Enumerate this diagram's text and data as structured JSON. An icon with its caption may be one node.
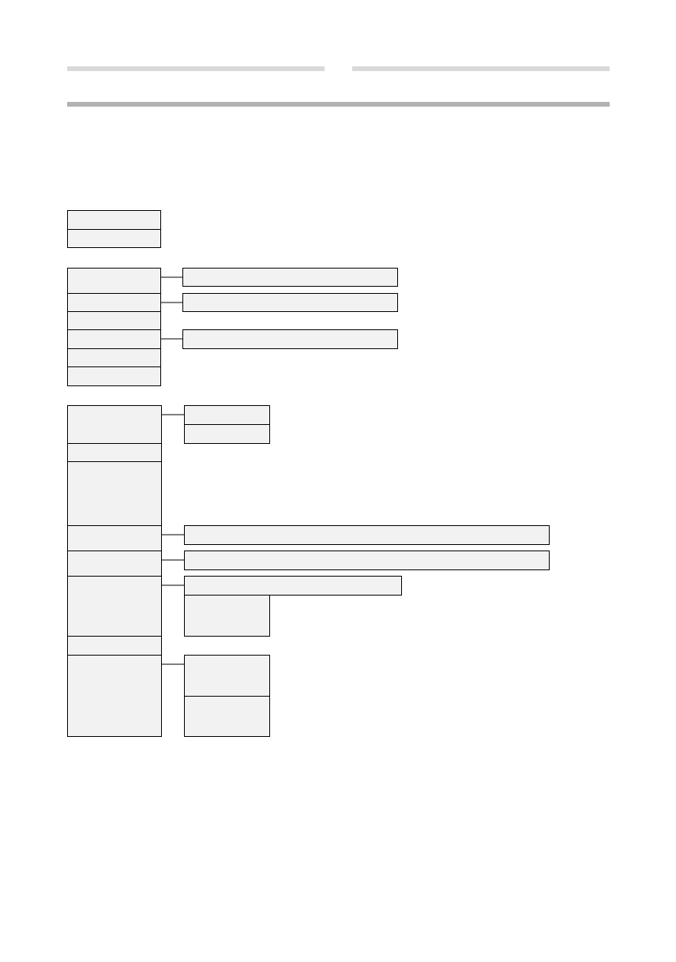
{
  "diagram": {
    "nodes": [
      {
        "text": [],
        "shape": "box"
      },
      {
        "text": [],
        "shape": "box"
      },
      {
        "text": [],
        "shape": "box"
      },
      {
        "text": [],
        "shape": "box"
      },
      {
        "text": [],
        "shape": "box"
      },
      {
        "text": [],
        "shape": "box"
      },
      {
        "text": [],
        "shape": "box"
      },
      {
        "text": [],
        "shape": "box"
      },
      {
        "text": [],
        "shape": "box"
      },
      {
        "text": [],
        "shape": "box"
      },
      {
        "text": [],
        "shape": "box"
      },
      {
        "text": [],
        "shape": "box"
      },
      {
        "text": [],
        "shape": "box"
      },
      {
        "text": [],
        "shape": "box"
      },
      {
        "text": [],
        "shape": "box"
      },
      {
        "text": [],
        "shape": "box"
      },
      {
        "text": [],
        "shape": "box"
      },
      {
        "text": [],
        "shape": "box"
      },
      {
        "text": [],
        "shape": "box"
      },
      {
        "text": [],
        "shape": "box"
      },
      {
        "text": [],
        "shape": "box"
      },
      {
        "text": [],
        "shape": "box"
      },
      {
        "text": [],
        "shape": "box"
      },
      {
        "text": [],
        "shape": "box"
      },
      {
        "text": [],
        "shape": "box"
      },
      {
        "text": [],
        "shape": "box"
      },
      {
        "text": [],
        "shape": "box"
      }
    ],
    "edges": [
      {
        "from": 2,
        "to": 3,
        "arrow": "none"
      },
      {
        "from": 4,
        "to": 5,
        "arrow": "none"
      },
      {
        "from": 7,
        "to": 8,
        "arrow": "none"
      },
      {
        "from": 11,
        "to": 12,
        "arrow": "none"
      },
      {
        "from": 16,
        "to": 17,
        "arrow": "none"
      },
      {
        "from": 18,
        "to": 19,
        "arrow": "none"
      },
      {
        "from": 20,
        "to": 21,
        "arrow": "none"
      },
      {
        "from": 24,
        "to": 25,
        "arrow": "none"
      }
    ]
  }
}
